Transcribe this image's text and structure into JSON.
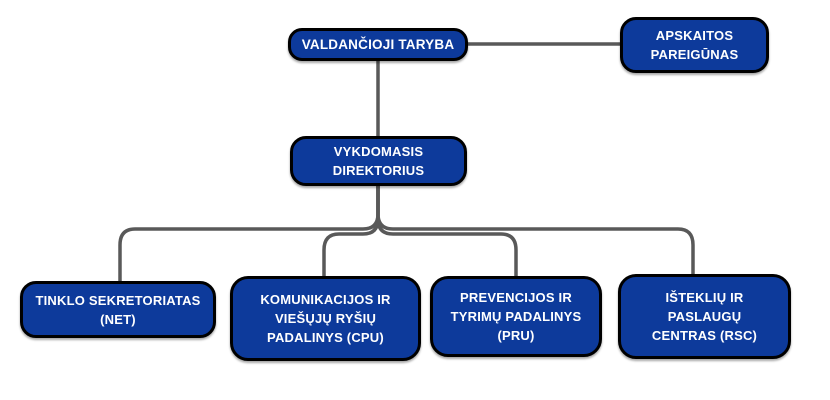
{
  "chart": {
    "type": "org-chart",
    "connector_color": "#595959",
    "node_fill": "#0d3a9b",
    "node_border": "#000000",
    "text_color": "#ffffff",
    "nodes": [
      {
        "id": "governing-board",
        "label": "VALDANČIOJI TARYBA"
      },
      {
        "id": "accounting-officer",
        "label": "APSKAITOS\nPAREIGŪNAS"
      },
      {
        "id": "executive-director",
        "label": "VYKDOMASIS\nDIREKTORIUS"
      },
      {
        "id": "net",
        "label": "TINKLO SEKRETORIATAS\n(NET)"
      },
      {
        "id": "cpu",
        "label": "KOMUNIKACIJOS IR\nVIEŠŲJŲ RYŠIŲ\nPADALINYS (CPU)"
      },
      {
        "id": "pru",
        "label": "PREVENCIJOS IR\nTYRIMŲ PADALINYS\n(PRU)"
      },
      {
        "id": "rsc",
        "label": "IŠTEKLIŲ IR\nPASLAUGŲ\nCENTRAS (RSC)"
      }
    ],
    "edges": [
      {
        "from": "governing-board",
        "to": "accounting-officer",
        "style": "lateral"
      },
      {
        "from": "governing-board",
        "to": "executive-director",
        "style": "vertical"
      },
      {
        "from": "executive-director",
        "to": "net",
        "style": "branch"
      },
      {
        "from": "executive-director",
        "to": "cpu",
        "style": "branch"
      },
      {
        "from": "executive-director",
        "to": "pru",
        "style": "branch"
      },
      {
        "from": "executive-director",
        "to": "rsc",
        "style": "branch"
      }
    ]
  }
}
